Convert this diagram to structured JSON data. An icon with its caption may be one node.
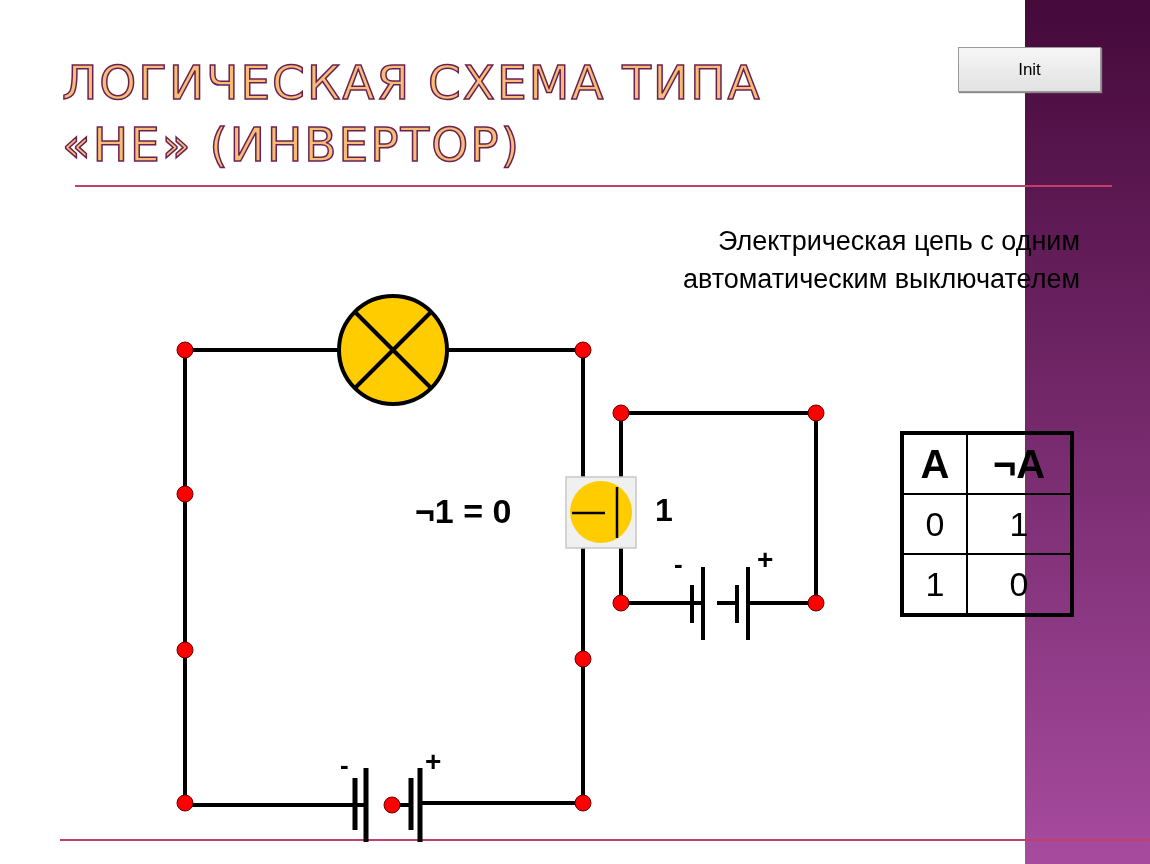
{
  "diagram": {
    "title": "ЛОГИЧЕСКАЯ СХЕМА ТИПА «НЕ» (ИНВЕРТОР)",
    "labels": [
      "Init",
      "Электрическая цепь с одним автоматическим выключателем",
      "¬1 = 0",
      "1",
      "-",
      "+",
      "-",
      "+",
      "A",
      "¬A",
      "0",
      "1",
      "1",
      "0"
    ]
  }
}
